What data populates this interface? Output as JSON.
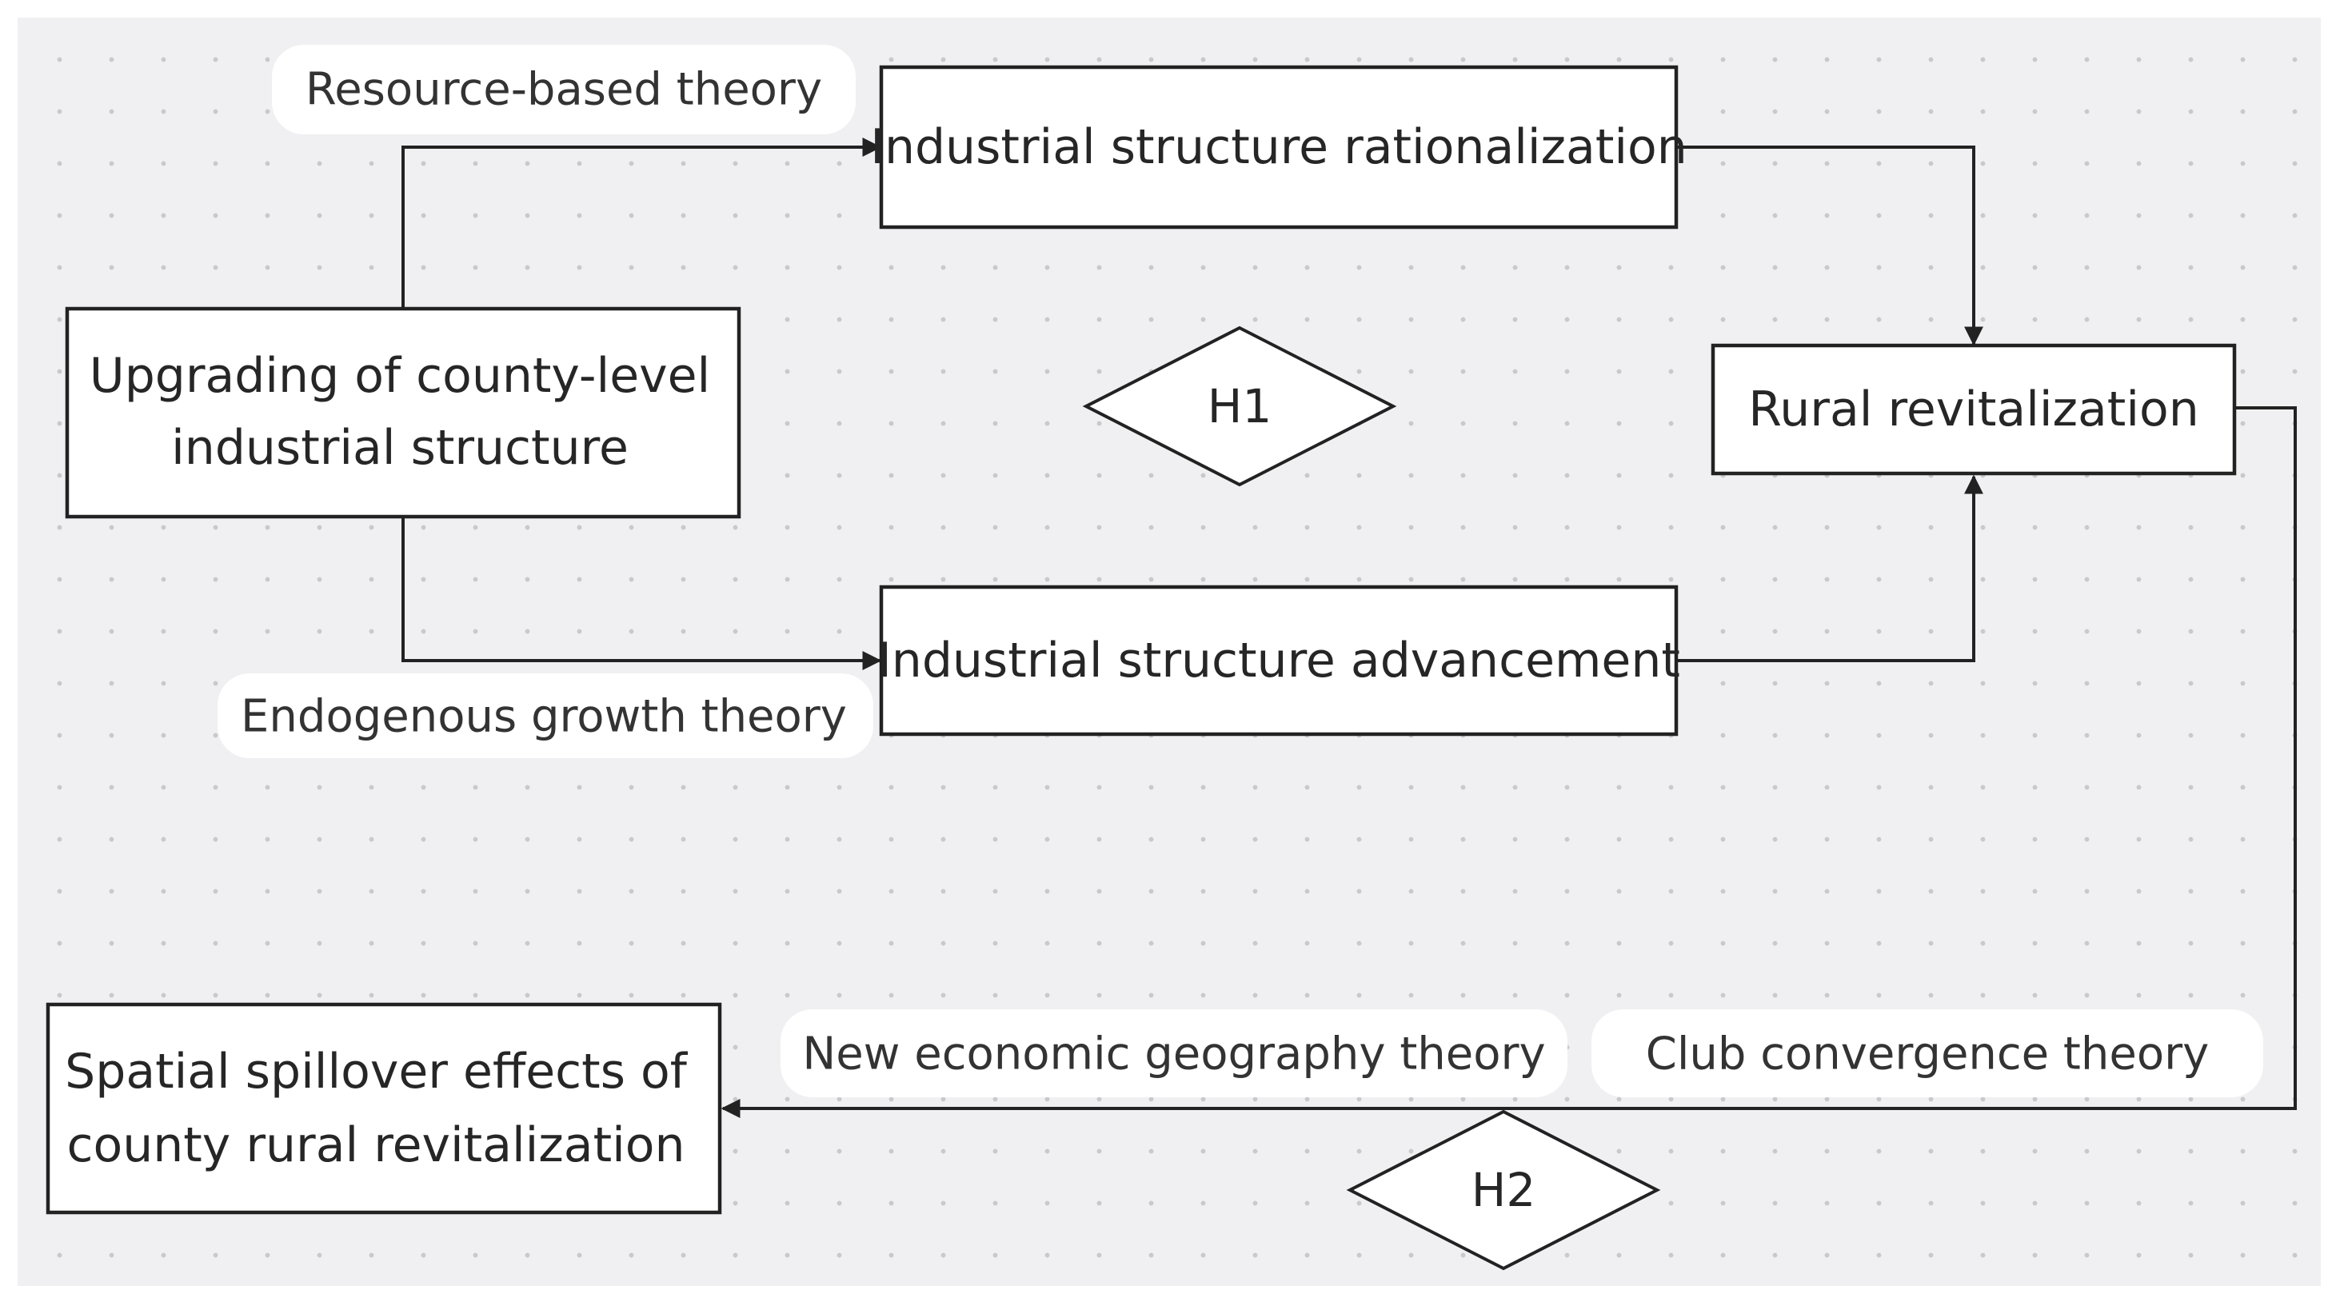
{
  "nodes": {
    "upgrading": {
      "line1": "Upgrading of county-level",
      "line2": "industrial structure"
    },
    "rationalization": {
      "label": "Industrial structure rationalization"
    },
    "advancement": {
      "label": "Industrial structure advancement"
    },
    "rural": {
      "label": "Rural revitalization"
    },
    "spillover": {
      "line1": "Spatial spillover effects of",
      "line2": "county rural revitalization"
    }
  },
  "hypotheses": {
    "h1": "H1",
    "h2": "H2"
  },
  "theories": {
    "resource": "Resource-based theory",
    "endogenous": "Endogenous growth theory",
    "geography": "New economic geography theory",
    "club": "Club convergence theory"
  },
  "colors": {
    "background": "#f0f0f2",
    "dot": "#c9c9cd",
    "stroke": "#222222",
    "box_fill": "#ffffff",
    "label_fill": "#ffffff"
  }
}
